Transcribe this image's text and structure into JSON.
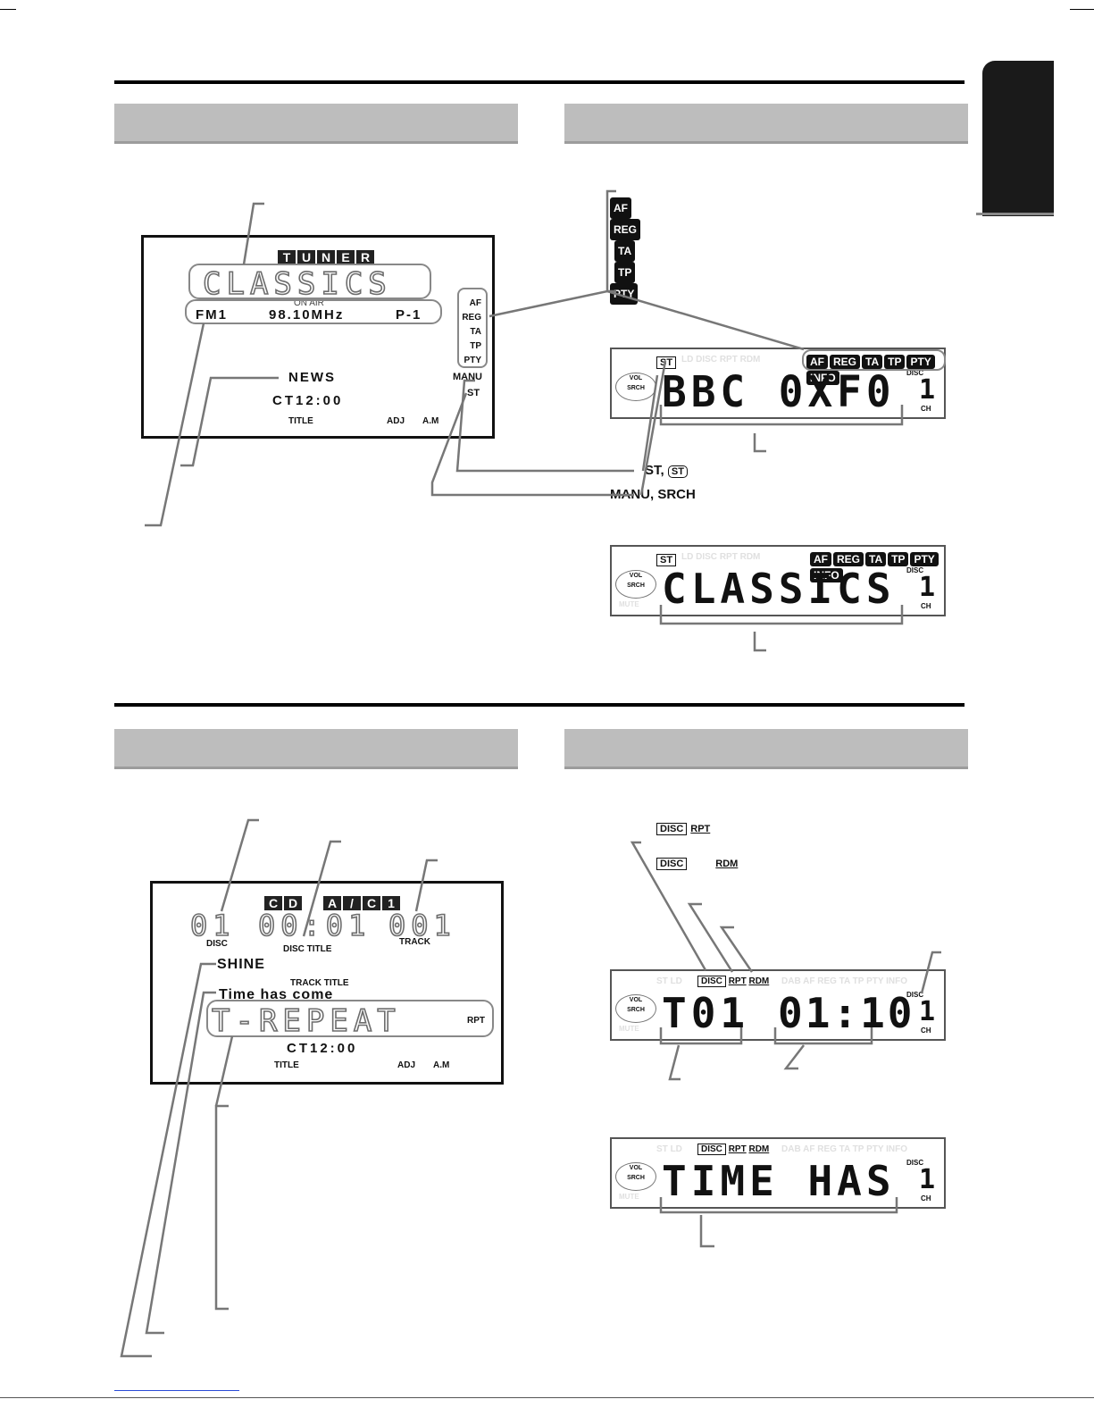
{
  "tuner_display": {
    "source_blocks": [
      "T",
      "U",
      "N",
      "E",
      "R"
    ],
    "station_name": "CLASSICS",
    "on_air": "ON AIR",
    "band": "FM1",
    "frequency": "98.10MHz",
    "preset": "P-1",
    "side_indicators": [
      "AF",
      "REG",
      "TA",
      "TP",
      "PTY"
    ],
    "program_type": "NEWS",
    "clock": "CT12:00",
    "manu": "MANU",
    "st": "ST",
    "bottom_labels": [
      "TITLE",
      "ADJ",
      "A.M"
    ]
  },
  "rds_icons": [
    "AF",
    "REG",
    "TA",
    "TP",
    "PTY"
  ],
  "callouts": {
    "st": "ST,",
    "st_icon": "ST",
    "manu_srch": "MANU, SRCH"
  },
  "radio_lcd1": {
    "top_badges": [
      "AF",
      "REG",
      "TA",
      "TP",
      "PTY",
      "INFO"
    ],
    "st_badge": "ST",
    "ghost_labels": [
      "LD",
      "DISC",
      "RPT",
      "RDM"
    ],
    "text": "BBC 0XF0",
    "disc": "DISC",
    "disc_number": "1",
    "ch": "CH",
    "vol_srch": [
      "VOL",
      "SRCH"
    ]
  },
  "radio_lcd2": {
    "top_badges": [
      "AF",
      "REG",
      "TA",
      "TP",
      "PTY",
      "INFO"
    ],
    "st_badge": "ST",
    "ghost_labels": [
      "LD",
      "DISC",
      "RPT",
      "RDM"
    ],
    "text": "CLASSICS",
    "disc": "DISC",
    "disc_number": "1",
    "ch": "CH",
    "mute": "MUTE"
  },
  "cd_display": {
    "source_blocks": [
      "C",
      "D",
      "",
      "A",
      "/",
      "C",
      "1"
    ],
    "disc_number": "01",
    "time": "00:01",
    "track_number": "001",
    "disc_label": "DISC",
    "disc_title_label": "DISC TITLE",
    "track_label": "TRACK",
    "disc_title": "SHINE",
    "track_title_label": "TRACK TITLE",
    "track_title": "Time has come",
    "mode_text": "T-REPEAT",
    "rpt": "RPT",
    "clock": "CT12:00",
    "bottom_labels": [
      "TITLE",
      "ADJ",
      "A.M"
    ]
  },
  "cd_legend": {
    "row1_disc": "DISC",
    "row1_rpt": "RPT",
    "row2_disc": "DISC",
    "row2_rdm": "RDM"
  },
  "cd_lcd1": {
    "badges": [
      "DISC",
      "RPT",
      "RDM"
    ],
    "ghost_labels": [
      "ST",
      "LD",
      "DAB",
      "AF",
      "REG",
      "TA",
      "TP",
      "PTY",
      "INFO"
    ],
    "track": "T01",
    "time": "01:10",
    "disc": "DISC",
    "disc_number": "1",
    "ch": "CH",
    "mute": "MUTE"
  },
  "cd_lcd2": {
    "badges": [
      "DISC",
      "RPT",
      "RDM"
    ],
    "ghost_labels": [
      "ST",
      "LD",
      "DAB",
      "AF",
      "REG",
      "TA",
      "TP",
      "PTY",
      "INFO"
    ],
    "text": "TIME HAS",
    "disc": "DISC",
    "disc_number": "1",
    "ch": "CH",
    "mute": "MUTE"
  }
}
